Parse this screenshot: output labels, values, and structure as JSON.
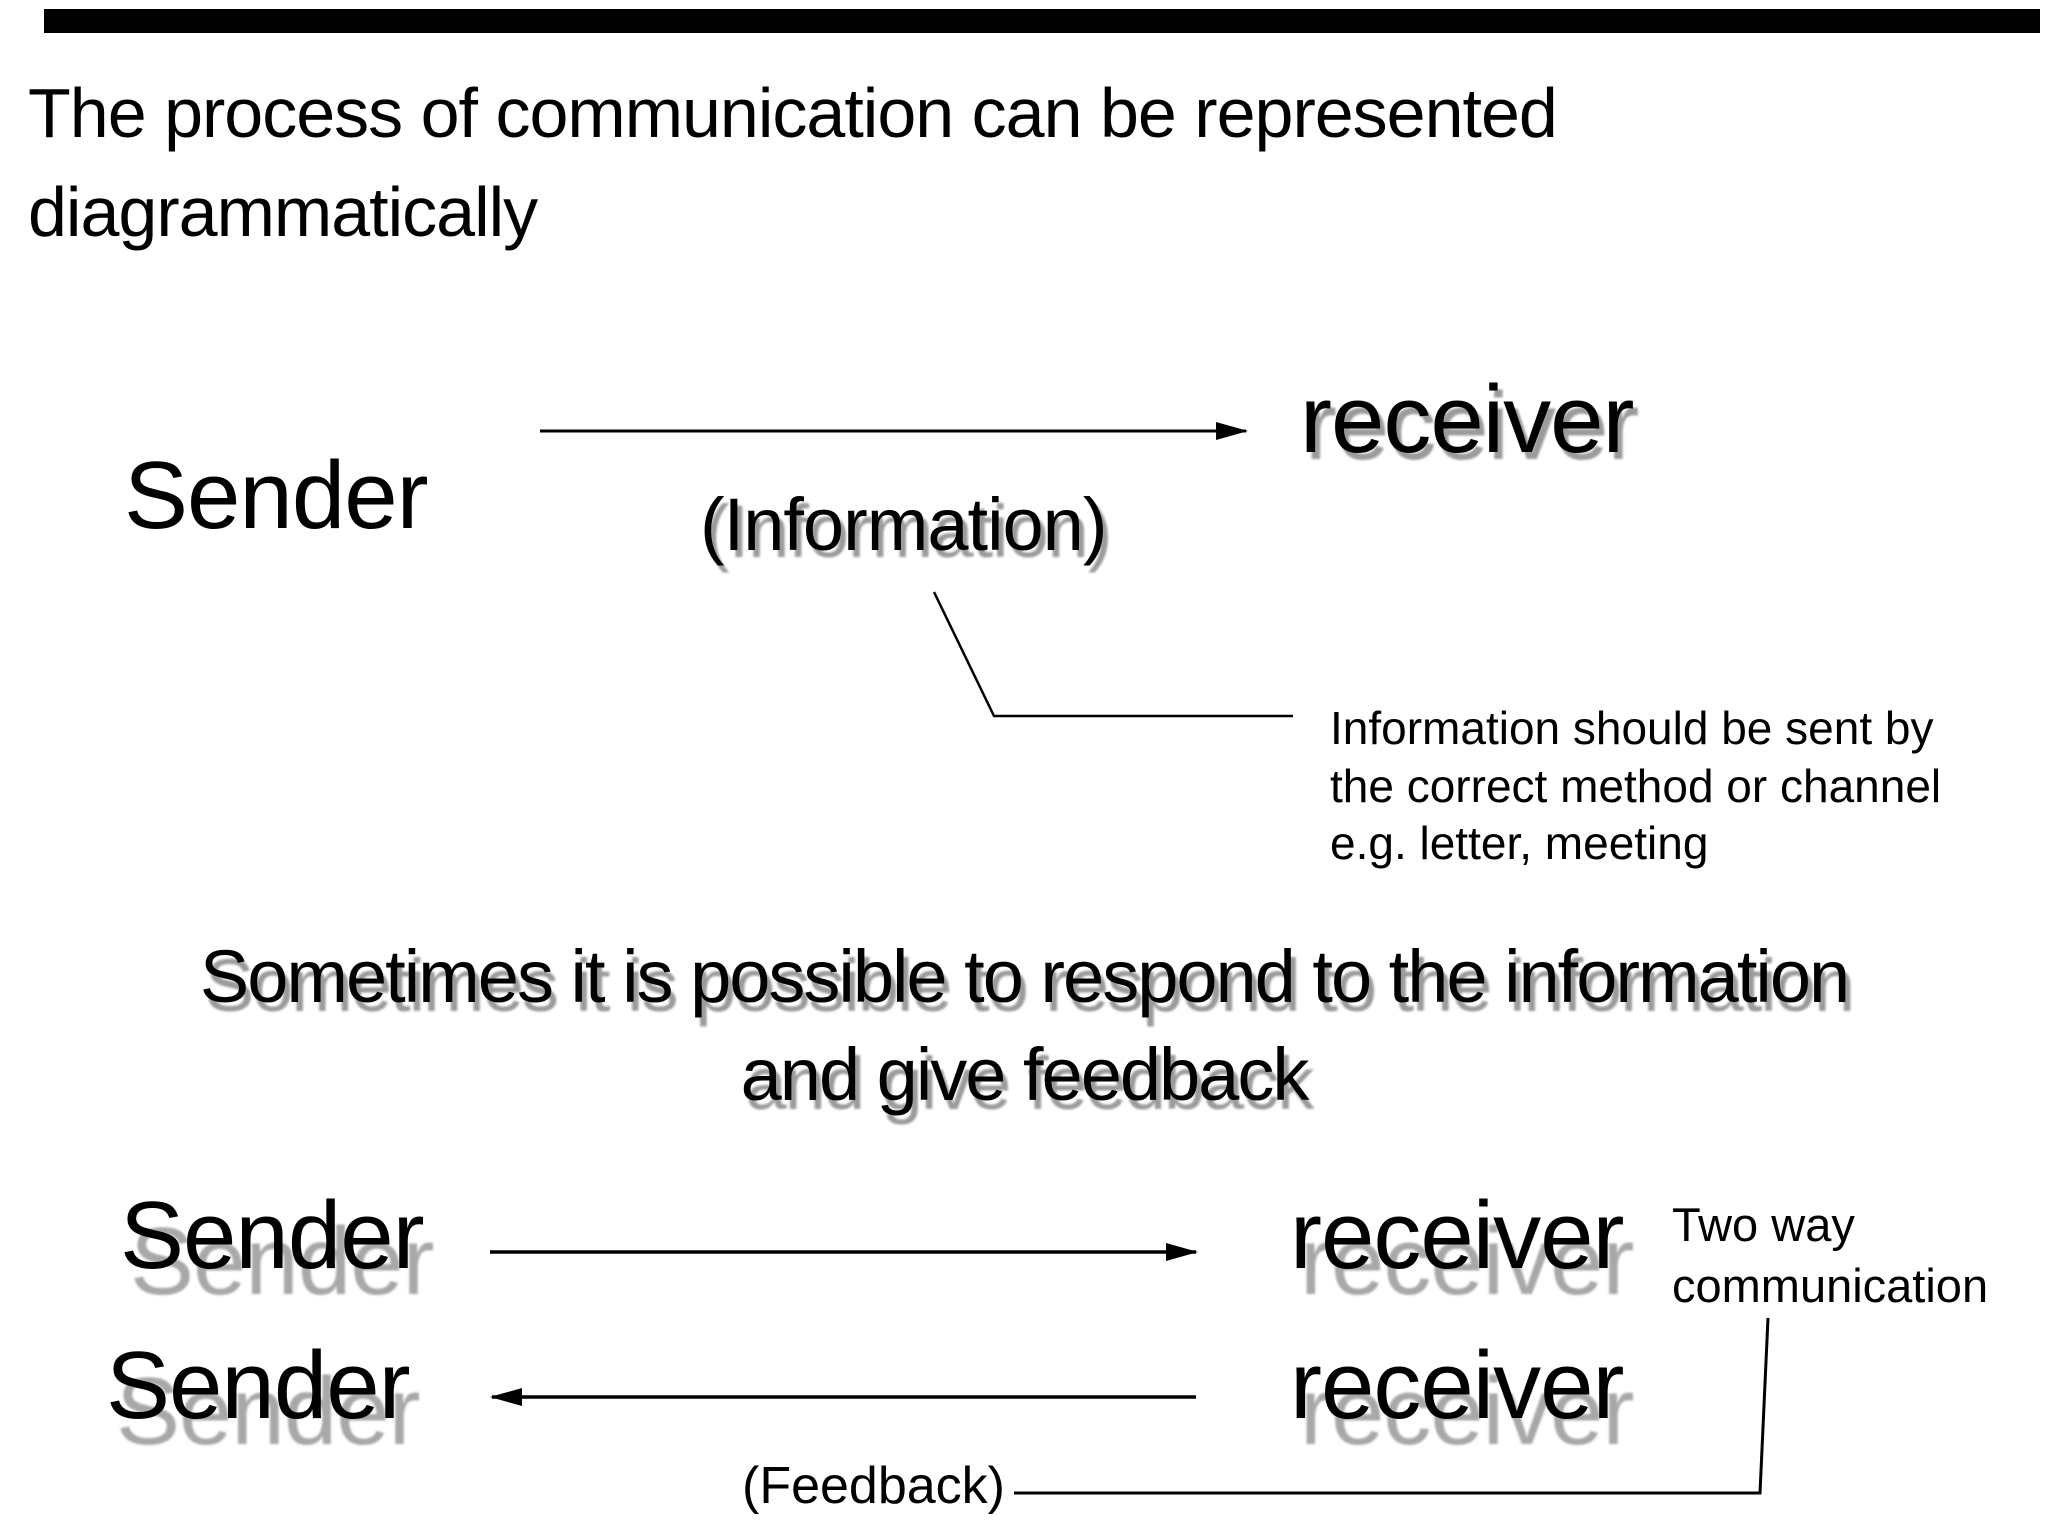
{
  "slide": {
    "title": "The process of communication can be represented\ndiagrammatically",
    "diagram_one": {
      "sender_label": "Sender",
      "receiver_label": "receiver",
      "channel_label": "(Information)",
      "callout_text": "Information should be sent by\nthe correct method or channel\ne.g. letter, meeting"
    },
    "subtitle": "Sometimes it is possible to respond to the information\nand give feedback",
    "diagram_two": {
      "sender_top_label": "Sender",
      "receiver_top_label": "receiver",
      "sender_bottom_label": "Sender",
      "receiver_bottom_label": "receiver",
      "two_way_label": "Two way\ncommunication",
      "feedback_label": "(Feedback)"
    },
    "colors": {
      "background": "#ffffff",
      "text": "#000000",
      "shadow": "#a8a8a8",
      "top_bar": "#000000"
    }
  }
}
